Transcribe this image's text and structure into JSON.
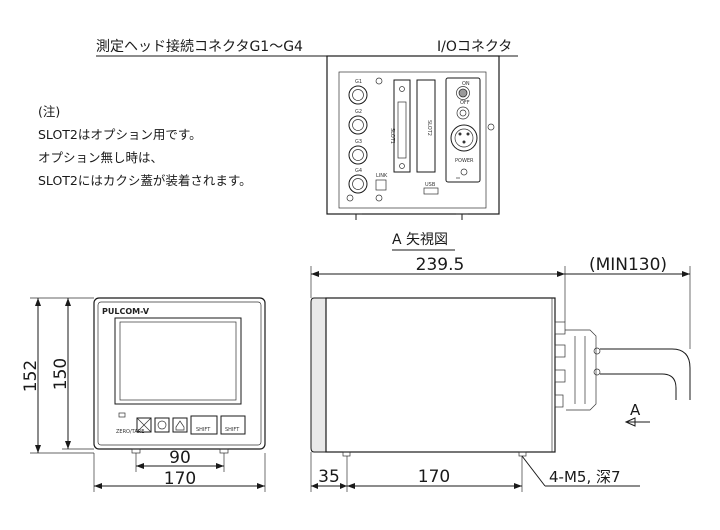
{
  "labels": {
    "head_connector": "測定ヘッド接続コネクタG1～G4",
    "io_connector": "I/Oコネクタ",
    "view_a": "A 矢視図",
    "arrow_a": "A"
  },
  "note": {
    "title": "(注)",
    "line1": "SLOT2はオプション用です。",
    "line2": "オプション無し時は、",
    "line3": "SLOT2にはカクシ蓋が装着されます。"
  },
  "rear_panel": {
    "ports": [
      "G1",
      "G2",
      "G3",
      "G4"
    ],
    "slot1": "SLOT1",
    "slot2": "SLOT2",
    "on": "ON",
    "off": "OFF",
    "power": "POWER",
    "link": "LINK",
    "usb": "USB"
  },
  "front_panel": {
    "brand": "PULCOM-V",
    "buttons": [
      "ZERO/TARE",
      "",
      "",
      "SHIFT",
      "SHIFT"
    ]
  },
  "dimensions": {
    "length": "239.5",
    "min_cable": "(MIN130)",
    "height_total": "152",
    "height_body": "150",
    "foot_span": "90",
    "front_width": "170",
    "foot_offset": "35",
    "foot_span_side": "170",
    "screw_holes": "4-M5, 深7"
  }
}
